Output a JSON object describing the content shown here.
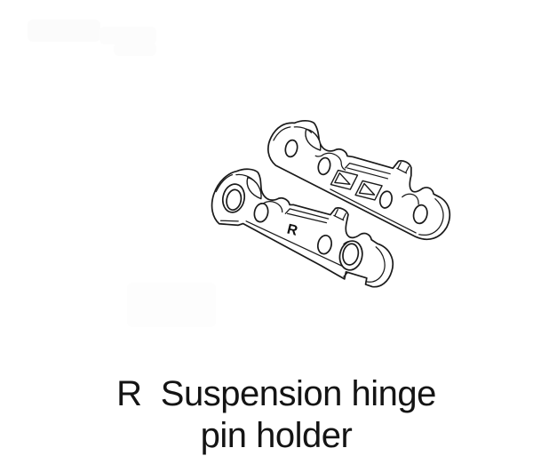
{
  "drawing": {
    "part_marking": "R"
  },
  "caption": {
    "line1": "R  Suspension hinge",
    "line2": "pin holder"
  },
  "colors": {
    "line_color": "#1a1a1a",
    "background": "#ffffff",
    "text_color": "#141414"
  }
}
